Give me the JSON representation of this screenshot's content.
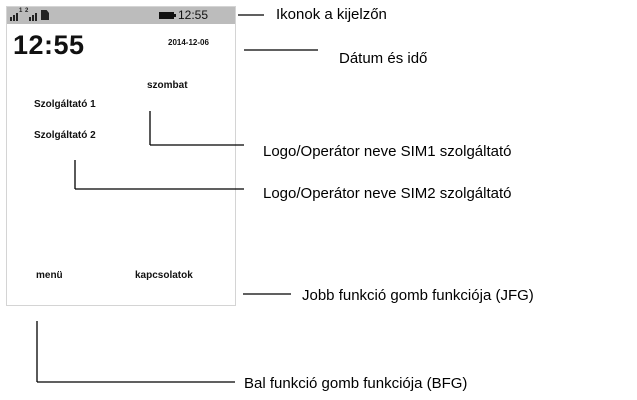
{
  "status_bar": {
    "sim1_tag": "1",
    "sim2_tag": "2",
    "time": "12:55",
    "icons": [
      "signal-sim1-icon",
      "signal-sim2-icon",
      "message-icon",
      "battery-icon"
    ]
  },
  "home_screen": {
    "clock": "12:55",
    "date": "2014-12-06",
    "weekday": "szombat",
    "operator1": "Szolgáltató 1",
    "operator2": "Szolgáltató 2",
    "left_softkey": "menü",
    "right_softkey": "kapcsolatok"
  },
  "callouts": {
    "icons": "Ikonok a kijelzőn",
    "date_time": "Dátum és idő",
    "sim1": "Logo/Operátor neve SIM1 szolgáltató",
    "sim2": "Logo/Operátor neve SIM2 szolgáltató",
    "right_key": "Jobb funkció gomb funkciója (JFG)",
    "left_key": "Bal funkció gomb funkciója (BFG)"
  }
}
